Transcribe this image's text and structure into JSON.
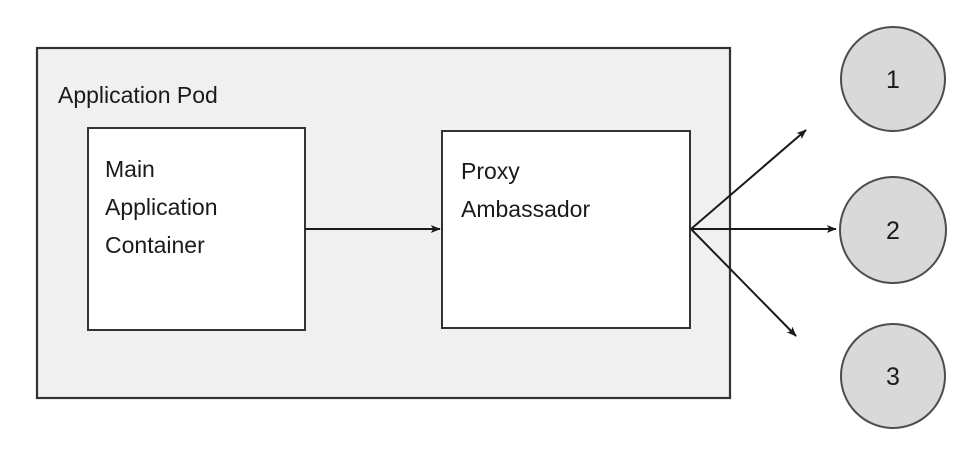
{
  "diagram": {
    "type": "ambassador-pattern-architecture",
    "background_color": "#ffffff",
    "pod": {
      "label": "Application Pod",
      "fill_color": "#f0f0f0",
      "border_color": "#333333"
    },
    "containers": [
      {
        "id": "main-application-container",
        "label_lines": [
          "Main",
          "Application",
          "Container"
        ],
        "line1": "Main",
        "line2": "Application",
        "line3": "Container",
        "fill_color": "#ffffff",
        "border_color": "#333333"
      },
      {
        "id": "proxy-ambassador",
        "label_lines": [
          "Proxy",
          "Ambassador"
        ],
        "line1": "Proxy",
        "line2": "Ambassador",
        "fill_color": "#ffffff",
        "border_color": "#333333"
      }
    ],
    "external_nodes": [
      {
        "id": "external-service-1",
        "label": "1",
        "fill_color": "#d9d9d9",
        "border_color": "#4d4d4d"
      },
      {
        "id": "external-service-2",
        "label": "2",
        "fill_color": "#d9d9d9",
        "border_color": "#4d4d4d"
      },
      {
        "id": "external-service-3",
        "label": "3",
        "fill_color": "#d9d9d9",
        "border_color": "#4d4d4d"
      }
    ],
    "connections": [
      {
        "id": "main-to-proxy",
        "from": "main-application-container",
        "to": "proxy-ambassador",
        "style": "arrow",
        "label": ""
      },
      {
        "id": "proxy-to-node-1",
        "from": "proxy-ambassador",
        "to": "external-service-1",
        "style": "arrow",
        "label": ""
      },
      {
        "id": "proxy-to-node-2",
        "from": "proxy-ambassador",
        "to": "external-service-2",
        "style": "arrow",
        "label": ""
      },
      {
        "id": "proxy-to-node-3",
        "from": "proxy-ambassador",
        "to": "external-service-3",
        "style": "arrow",
        "label": ""
      }
    ]
  }
}
